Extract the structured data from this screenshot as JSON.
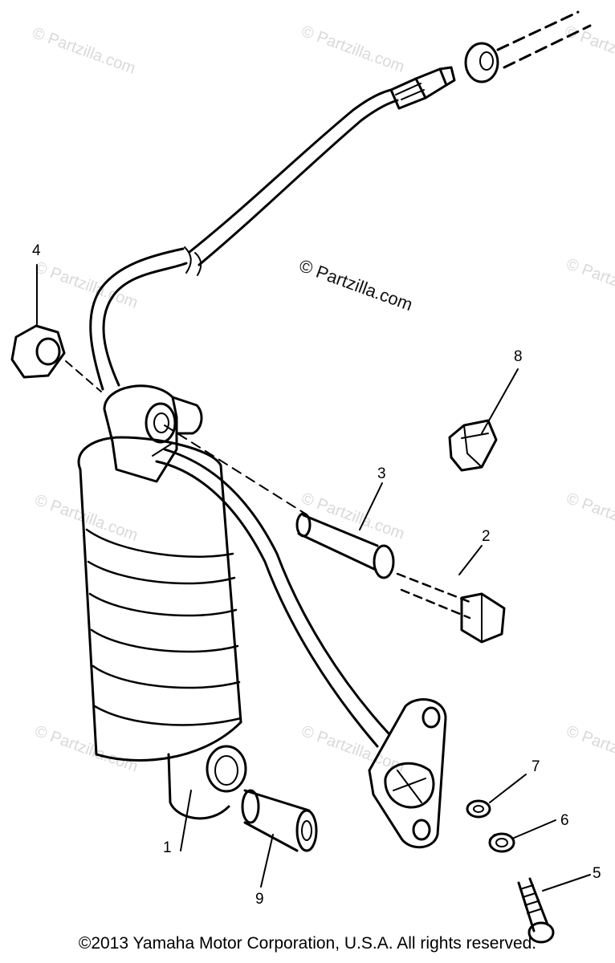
{
  "watermark": {
    "text": "© Partzilla.com",
    "main_text": "© Partzilla.com"
  },
  "callouts": {
    "c1": "1",
    "c2": "2",
    "c3": "3",
    "c4": "4",
    "c5": "5",
    "c6": "6",
    "c7": "7",
    "c8": "8",
    "c9": "9"
  },
  "copyright": "©2013 Yamaha Motor Corporation, U.S.A. All rights reserved.",
  "colors": {
    "line": "#000000",
    "watermark": "#d9d9d9",
    "background": "#ffffff"
  }
}
